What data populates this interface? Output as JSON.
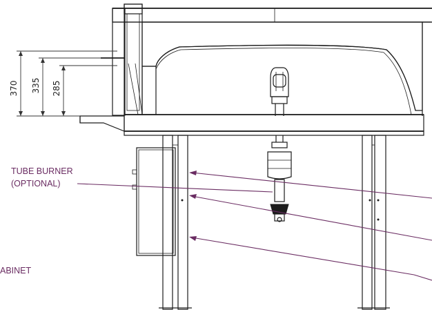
{
  "dimensions": [
    "370",
    "335",
    "285"
  ],
  "callouts": {
    "tube_burner_line1": "TUBE BURNER",
    "tube_burner_line2": "(OPTIONAL)",
    "cabinet": "ABINET"
  },
  "colors": {
    "leader": "#6a2c62",
    "ink": "#1c1c1c"
  }
}
